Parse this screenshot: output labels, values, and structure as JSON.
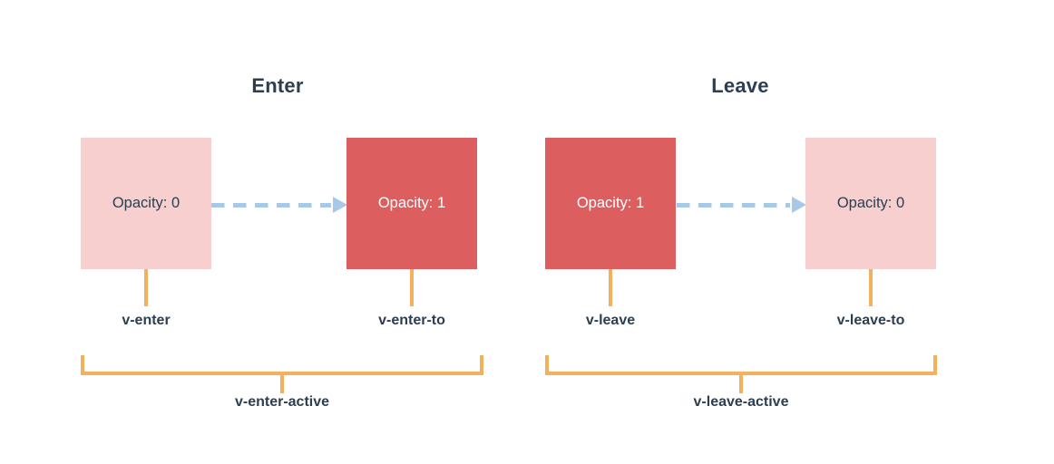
{
  "diagram": {
    "groups": [
      {
        "title": "Enter",
        "from_box": {
          "label": "Opacity: 0",
          "tone": "faded",
          "class_name": "v-enter"
        },
        "to_box": {
          "label": "Opacity: 1",
          "tone": "solid",
          "class_name": "v-enter-to"
        },
        "active_class": "v-enter-active"
      },
      {
        "title": "Leave",
        "from_box": {
          "label": "Opacity: 1",
          "tone": "solid",
          "class_name": "v-leave"
        },
        "to_box": {
          "label": "Opacity: 0",
          "tone": "faded",
          "class_name": "v-leave-to"
        },
        "active_class": "v-leave-active"
      }
    ],
    "colors": {
      "box_faded": "#f6cfce",
      "box_solid": "#dd5e5e",
      "bracket": "#f5b05e",
      "arrow": "#a8c8e8",
      "text": "#2c3e50",
      "text_on_solid": "#ffffff",
      "background": "#ffffff"
    },
    "icons": {
      "transition_arrow": "dashed-arrow-right-icon",
      "bracket": "curly-bracket-icon",
      "tick": "tick-stem-icon"
    }
  }
}
